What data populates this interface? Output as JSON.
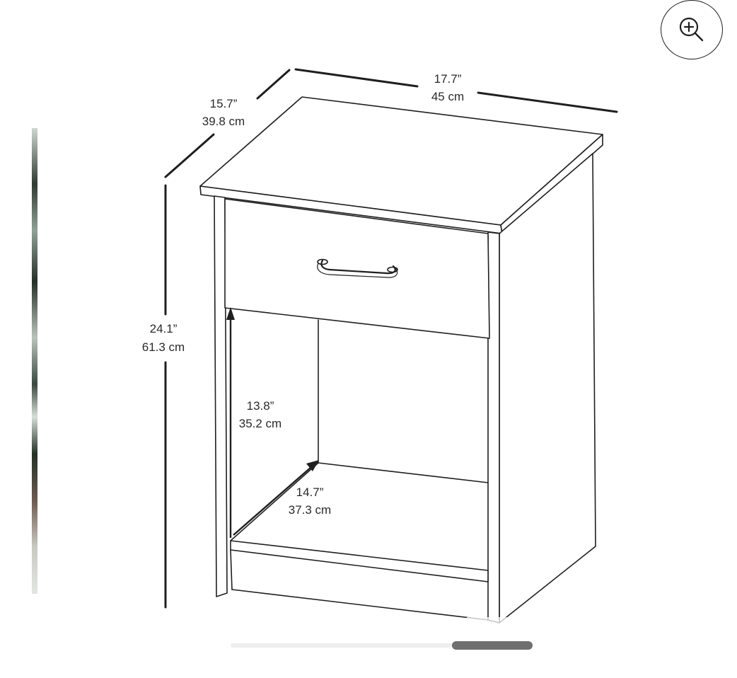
{
  "viewer": {
    "image_subject": "nightstand-dimension-diagram",
    "zoom_icon": "zoom-in-icon",
    "scroll_position": 0.73
  },
  "dimensions": {
    "width": {
      "imperial": "17.7”",
      "metric": "45 cm"
    },
    "depth": {
      "imperial": "15.7”",
      "metric": "39.8 cm"
    },
    "height": {
      "imperial": "24.1”",
      "metric": "61.3 cm"
    },
    "opening_height": {
      "imperial": "13.8”",
      "metric": "35.2 cm"
    },
    "opening_depth": {
      "imperial": "14.7”",
      "metric": "37.3 cm"
    }
  },
  "colors": {
    "line": "#1f1f1f",
    "text": "#2a2a2a",
    "scroll_thumb": "#6f6f6f",
    "scroll_track": "#eeeeee"
  }
}
